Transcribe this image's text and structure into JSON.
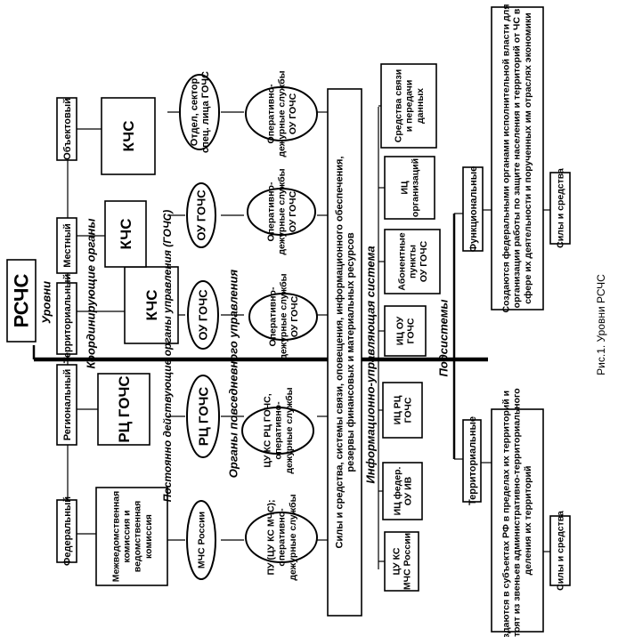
{
  "root": "РСЧС",
  "levels_heading": "Уровни",
  "levels": [
    "Федеральный",
    "Региональный",
    "Территориальный",
    "Местный",
    "Объектовый"
  ],
  "coordinating_heading": "Координирующие органы",
  "coordinating": [
    [
      "Межведомственная",
      "комиссия и",
      "ведомственная",
      "комиссия"
    ],
    [
      "РЦ ГОЧС"
    ],
    [
      "КЧС"
    ],
    [
      "КЧС"
    ],
    [
      "КЧС"
    ]
  ],
  "permanent_heading": "Постоянно действующие органы управления (ГОЧС)",
  "permanent": [
    [
      "МЧС России"
    ],
    [
      "РЦ ГОЧС"
    ],
    [
      "ОУ ГОЧС"
    ],
    [
      "ОУ ГОЧС"
    ],
    [
      "Отдел, сектор",
      "спец. лица ГОЧС"
    ]
  ],
  "daily_heading": "Органы повседневного управления",
  "daily": [
    [
      "ПУ (ЦУ КС МЧС);",
      "оперативно-",
      "дежурные службы"
    ],
    [
      "ЦУ КС РЦ ГОЧС,",
      "оперативно-",
      "дежурные службы"
    ],
    [
      "Оперативно-",
      "дежурные службы",
      "ОУ ГОЧС"
    ],
    [
      "Оперативно-",
      "дежурные службы",
      "ОУ ГОЧС"
    ],
    [
      "Оперативно-",
      "дежурные службы",
      "ОУ ГОЧС"
    ]
  ],
  "forces_box": [
    "Силы и средства, системы связи, оповещения, информационного обеспечения,",
    "резервы финансовых и материальных ресурсов"
  ],
  "info_heading": "Информационно-управляющая система",
  "info": [
    [
      "ЦУ КС",
      "МЧС России"
    ],
    [
      "ИЦ федер.",
      "ОУ ИВ"
    ],
    [
      "ИЦ РЦ",
      "ГОЧС"
    ],
    [
      "ИЦ ОУ",
      "ГОЧС"
    ],
    [
      "Абонентные",
      "пункты",
      "ОУ ГОЧС"
    ],
    [
      "ИЦ",
      "организаций"
    ],
    [
      "Средства связи",
      "и передачи",
      "данных"
    ]
  ],
  "subsystems_heading": "Подсистемы",
  "territorial": {
    "title": "Территориальные",
    "desc": [
      "Создаются в субъектах РФ в пределах их территорий и",
      "состоят из звеньев административно-территориального",
      "деления их территорий"
    ],
    "forces": "Силы и средства"
  },
  "functional": {
    "title": "Функциональные",
    "desc": [
      "Создаются федеральными органами исполнительной власти для",
      "организации работы по защите населения и территорий от ЧС в",
      "сфере их деятельности и порученных им отраслях экономики"
    ],
    "forces": "Силы и средства"
  },
  "caption": "Рис.1. Уровни РСЧС"
}
